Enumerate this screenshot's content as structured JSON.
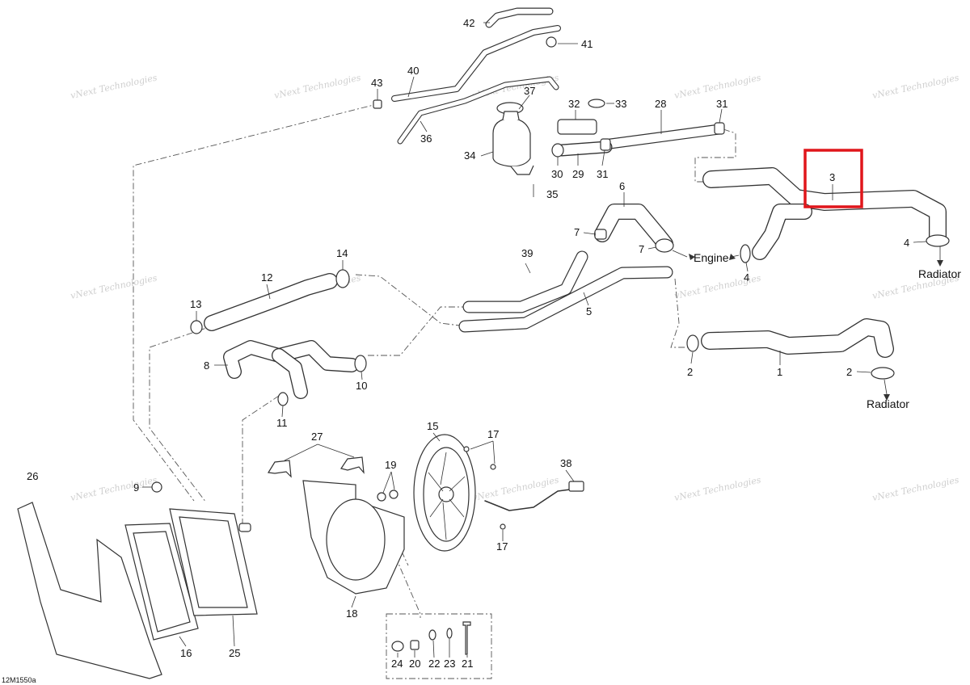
{
  "diagram": {
    "drawing_code": "12M1550a",
    "watermark_text": "vNext Technologies",
    "highlight_color": "#e0161b",
    "highlighted_part": "3",
    "destinations": {
      "engine": "Engine",
      "radiator_1": "Radiator",
      "radiator_2": "Radiator"
    },
    "callouts": [
      {
        "id": "c42",
        "text": "42"
      },
      {
        "id": "c41",
        "text": "41"
      },
      {
        "id": "c40",
        "text": "40"
      },
      {
        "id": "c43",
        "text": "43"
      },
      {
        "id": "c37",
        "text": "37"
      },
      {
        "id": "c33",
        "text": "33"
      },
      {
        "id": "c32",
        "text": "32"
      },
      {
        "id": "c28",
        "text": "28"
      },
      {
        "id": "c31a",
        "text": "31"
      },
      {
        "id": "c36",
        "text": "36"
      },
      {
        "id": "c34",
        "text": "34"
      },
      {
        "id": "c30",
        "text": "30"
      },
      {
        "id": "c29",
        "text": "29"
      },
      {
        "id": "c31b",
        "text": "31"
      },
      {
        "id": "c35",
        "text": "35"
      },
      {
        "id": "c3",
        "text": "3"
      },
      {
        "id": "c6",
        "text": "6"
      },
      {
        "id": "c7a",
        "text": "7"
      },
      {
        "id": "c7b",
        "text": "7"
      },
      {
        "id": "c4a",
        "text": "4"
      },
      {
        "id": "c4b",
        "text": "4"
      },
      {
        "id": "c39",
        "text": "39"
      },
      {
        "id": "c14",
        "text": "14"
      },
      {
        "id": "c12",
        "text": "12"
      },
      {
        "id": "c13",
        "text": "13"
      },
      {
        "id": "c5",
        "text": "5"
      },
      {
        "id": "c8",
        "text": "8"
      },
      {
        "id": "c10",
        "text": "10"
      },
      {
        "id": "c11",
        "text": "11"
      },
      {
        "id": "c2a",
        "text": "2"
      },
      {
        "id": "c1",
        "text": "1"
      },
      {
        "id": "c2b",
        "text": "2"
      },
      {
        "id": "c27",
        "text": "27"
      },
      {
        "id": "c15",
        "text": "15"
      },
      {
        "id": "c17a",
        "text": "17"
      },
      {
        "id": "c38",
        "text": "38"
      },
      {
        "id": "c19",
        "text": "19"
      },
      {
        "id": "c26",
        "text": "26"
      },
      {
        "id": "c9",
        "text": "9"
      },
      {
        "id": "c17b",
        "text": "17"
      },
      {
        "id": "c18",
        "text": "18"
      },
      {
        "id": "c16",
        "text": "16"
      },
      {
        "id": "c25",
        "text": "25"
      },
      {
        "id": "c24",
        "text": "24"
      },
      {
        "id": "c20",
        "text": "20"
      },
      {
        "id": "c22",
        "text": "22"
      },
      {
        "id": "c23",
        "text": "23"
      },
      {
        "id": "c21",
        "text": "21"
      }
    ]
  }
}
